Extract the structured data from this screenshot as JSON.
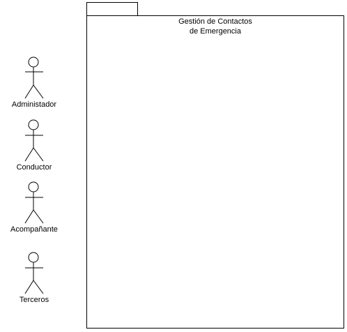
{
  "diagram": {
    "type": "uml-use-case",
    "package": {
      "title_line1": "Gestión de Contactos",
      "title_line2": "de Emergencia"
    },
    "actors": [
      {
        "id": "administador",
        "label": "Administador"
      },
      {
        "id": "conductor",
        "label": "Conductor"
      },
      {
        "id": "acompanante",
        "label": "Acompañante"
      },
      {
        "id": "terceros",
        "label": "Terceros"
      }
    ],
    "colors": {
      "stroke": "#000000",
      "background": "#ffffff"
    }
  }
}
